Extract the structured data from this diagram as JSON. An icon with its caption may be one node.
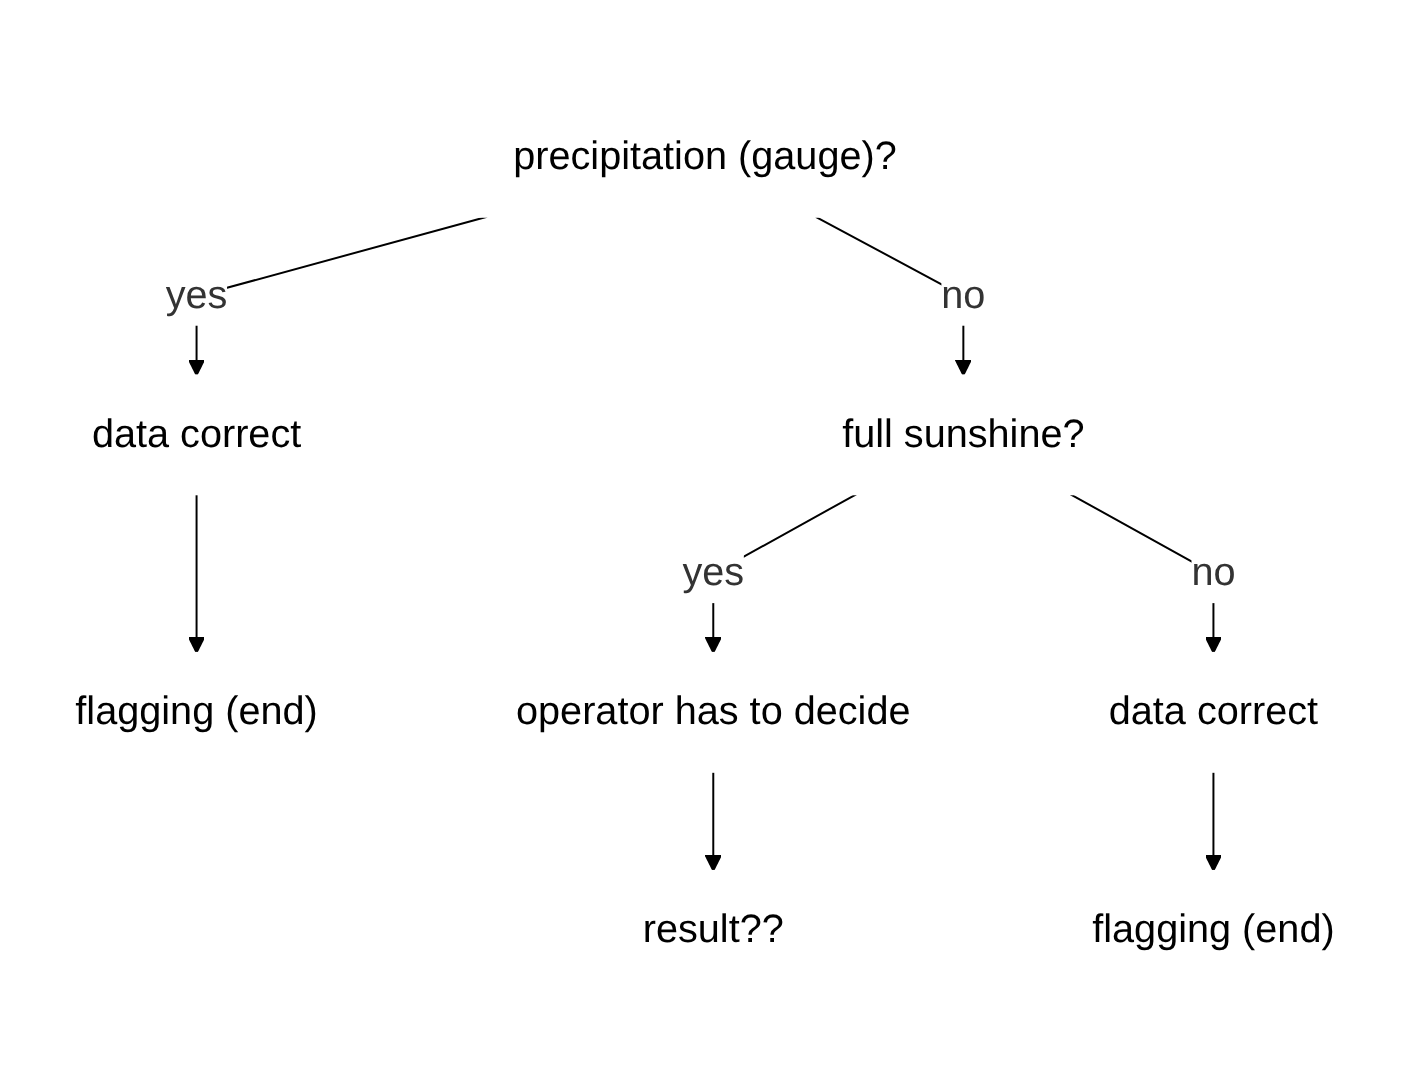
{
  "diagram": {
    "nodes": [
      {
        "text": [
          "precipitation (gauge)?"
        ]
      },
      {
        "text": [
          "data correct"
        ]
      },
      {
        "text": [
          "flagging (end)"
        ]
      },
      {
        "text": [
          "full sunshine?"
        ]
      },
      {
        "text": [
          "operator has to decide"
        ]
      },
      {
        "text": [
          "result??"
        ]
      },
      {
        "text": [
          "data correct"
        ]
      },
      {
        "text": [
          "flagging (end)"
        ]
      }
    ],
    "edges": [
      {
        "from": 0,
        "to": 1,
        "label": "yes",
        "arrow": "to"
      },
      {
        "from": 0,
        "to": 3,
        "label": "no",
        "arrow": "to"
      },
      {
        "from": 1,
        "to": 2,
        "arrow": "to"
      },
      {
        "from": 3,
        "to": 4,
        "label": "yes",
        "arrow": "to"
      },
      {
        "from": 3,
        "to": 6,
        "label": "no",
        "arrow": "to"
      },
      {
        "from": 4,
        "to": 5,
        "arrow": "to"
      },
      {
        "from": 6,
        "to": 7,
        "arrow": "to"
      }
    ]
  }
}
